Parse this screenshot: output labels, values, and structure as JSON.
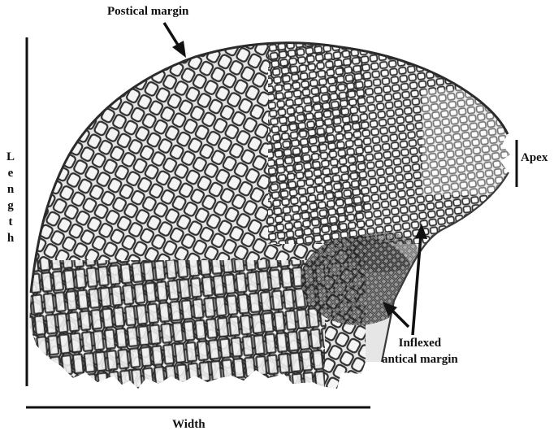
{
  "labels": {
    "postical_margin": "Postical margin",
    "apex": "Apex",
    "inflexed_line1": "Inflexed",
    "inflexed_line2": "antical margin",
    "width": "Width",
    "length": "Length"
  },
  "colors": {
    "ink": "#111111",
    "cell_wall": "#3a3a3a",
    "leaf_fill": "#e6e6e6",
    "background": "#ffffff"
  }
}
